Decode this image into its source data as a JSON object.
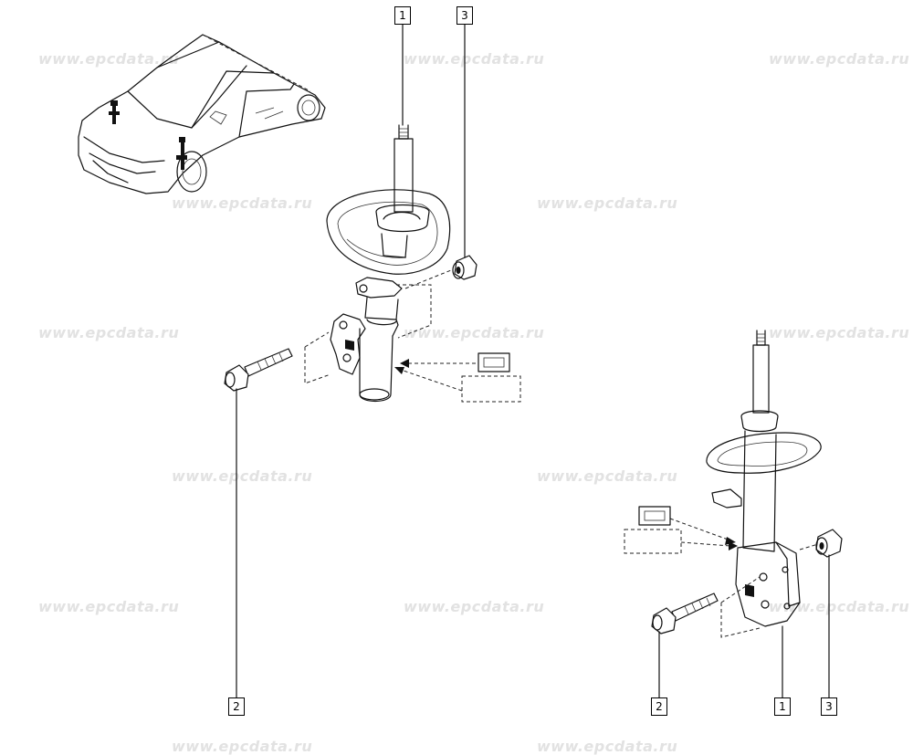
{
  "watermark": "www.epcdata.ru",
  "callouts": {
    "upper_strut": "1",
    "upper_nut": "3",
    "upper_bolt": "2",
    "lower_bolt": "2",
    "lower_strut": "1",
    "lower_nut": "3"
  },
  "colors": {
    "line": "#111111",
    "watermark": "#e2e2e2",
    "background": "#ffffff"
  }
}
